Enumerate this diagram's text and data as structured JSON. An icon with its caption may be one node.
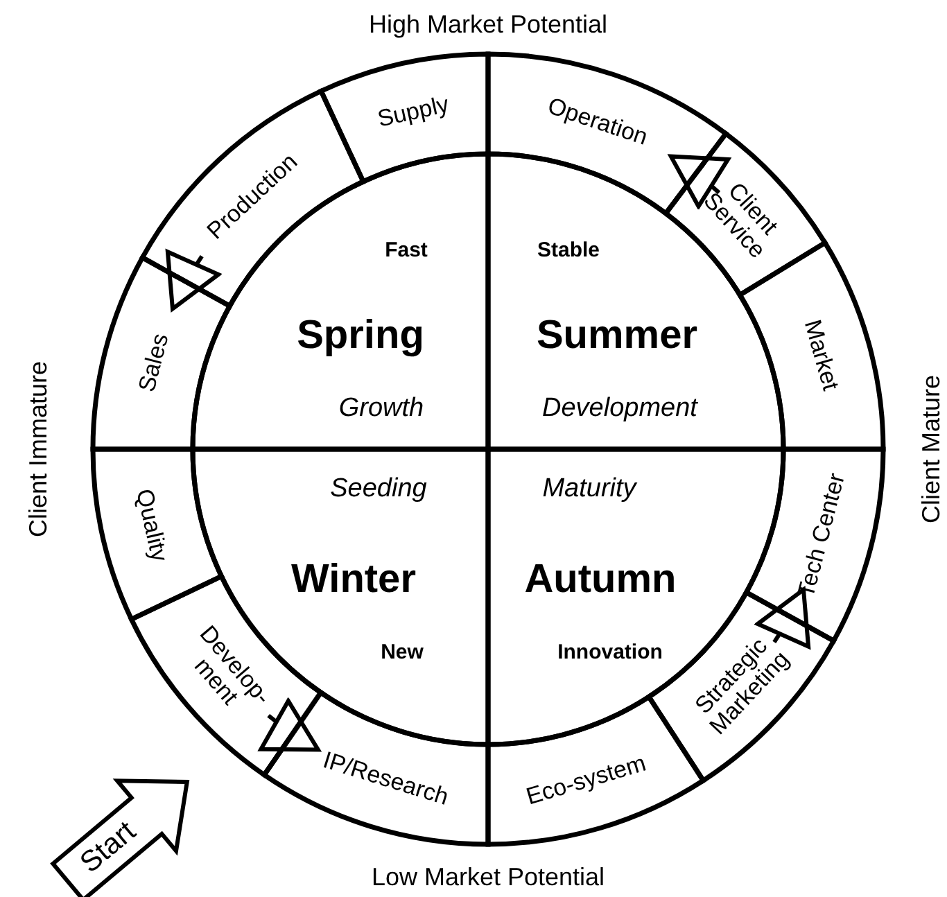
{
  "diagram": {
    "nodes": [
      {
        "text": [
          "Supply"
        ]
      },
      {
        "text": [
          "Production"
        ]
      },
      {
        "text": [
          "Sales"
        ]
      },
      {
        "text": [
          "Operation"
        ]
      },
      {
        "text": [
          "Client Service"
        ]
      },
      {
        "text": [
          "Market"
        ]
      },
      {
        "text": [
          "Fast",
          "Spring",
          "Growth"
        ]
      },
      {
        "text": [
          "Stable",
          "Summer",
          "Development"
        ]
      },
      {
        "text": [
          "Quality"
        ]
      },
      {
        "text": [
          "Tech Center"
        ]
      },
      {
        "text": [
          "Seeding",
          "Winter",
          "New"
        ]
      },
      {
        "text": [
          "Maturity",
          "Autumn",
          "Innovation"
        ]
      },
      {
        "text": [
          "Develop- ment"
        ]
      },
      {
        "text": [
          "Strategic Marketing"
        ]
      },
      {
        "text": [
          "IP/Research"
        ]
      },
      {
        "text": [
          "Eco-system"
        ]
      },
      {
        "text": [
          "Start"
        ]
      }
    ],
    "edges": [
      {
        "from": 4,
        "to": 3,
        "arrow": "to"
      },
      {
        "from": 1,
        "to": 2,
        "arrow": "to"
      },
      {
        "from": 13,
        "to": 9,
        "arrow": "to"
      },
      {
        "from": 12,
        "to": 14,
        "arrow": "to"
      }
    ],
    "labels": [
      "High Market Potential",
      "Client Immature",
      "Client Mature",
      "Low Market Potential"
    ]
  }
}
